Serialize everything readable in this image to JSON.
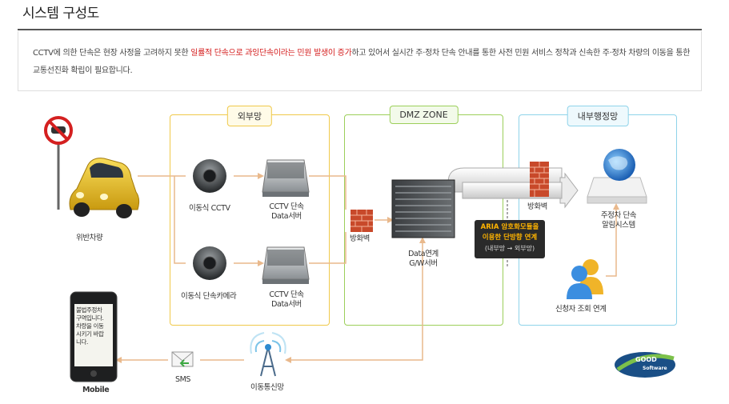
{
  "page": {
    "title": "시스템 구성도",
    "intro": {
      "before": "CCTV에 의한 단속은 현장 사정을 고려하지 못한 ",
      "highlight": "일률적 단속으로 과잉단속이라는 민원 발생이 증가",
      "after": "하고 있어서 실시간 주·정차 단속 안내를 통한 사전 민원 서비스 정착과 신속한 주·정차 차량의 이동을 통한 교통선진화 확립이 필요합니다."
    }
  },
  "zones": {
    "external": {
      "label": "외부망",
      "color": "#f0c94a"
    },
    "dmz": {
      "label": "DMZ ZONE",
      "color": "#9ccf5a"
    },
    "internal": {
      "label": "내부행정망",
      "color": "#8fd3ea"
    }
  },
  "nodes": {
    "violation_car": "위반차량",
    "mobile_cctv": "이동식 CCTV",
    "mobile_camera": "이동식 단속카메라",
    "cctv_server_1": [
      "CCTV 단속",
      "Data서버"
    ],
    "cctv_server_2": [
      "CCTV 단속",
      "Data서버"
    ],
    "firewall_1": "방화벽",
    "gw_server": [
      "Data연계",
      "G/W서버"
    ],
    "firewall_2": "방화벽",
    "alert_system": [
      "주정차 단속",
      "알림시스템"
    ],
    "applicant": "신청자 조회 연계",
    "telecom": "이동통신망",
    "sms": "SMS",
    "mobile": "Mobile",
    "phone_message": [
      "불법주정차",
      "구역입니다.",
      "차량을 이동",
      "시키기 바랍",
      "니다."
    ]
  },
  "aria": {
    "line1": "ARIA 암호화모듈을",
    "line2": "이용한 단방향 연계",
    "line3": "(내부망 → 외부망)"
  },
  "logo": {
    "line1": "GOOD",
    "line2": "Software"
  },
  "colors": {
    "highlight": "#d41c1c",
    "flow_line": "#e9b98c",
    "aria_text": "#ffb400"
  }
}
